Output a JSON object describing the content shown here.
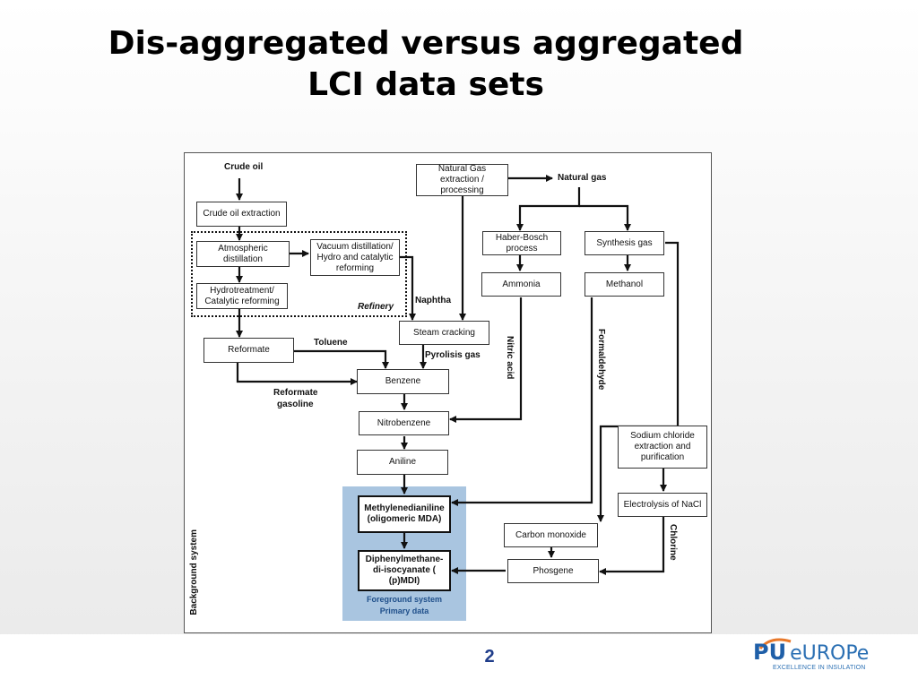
{
  "slide": {
    "title_line1": "Dis-aggregated versus aggregated",
    "title_line2": "LCI data sets",
    "page_number": "2"
  },
  "logo": {
    "main_pu": "PU",
    "main_europe": "eUROPe",
    "tagline": "EXCELLENCE IN INSULATION"
  },
  "diagram": {
    "crude_oil": "Crude oil",
    "boxes": {
      "crude_oil_extraction": "Crude oil extraction",
      "atmospheric_distillation": "Atmospheric distillation",
      "vacuum_distillation": "Vacuum distillation/ Hydro and catalytic reforming",
      "hydrotreatment": "Hydrotreatment/ Catalytic reforming",
      "reformate": "Reformate",
      "natural_gas_extraction": "Natural Gas extraction / processing",
      "haber_bosch": "Haber-Bosch process",
      "synthesis_gas": "Synthesis gas",
      "ammonia": "Ammonia",
      "methanol": "Methanol",
      "steam_cracking": "Steam cracking",
      "benzene": "Benzene",
      "nitrobenzene": "Nitrobenzene",
      "aniline": "Aniline",
      "mda": "Methylenedianiline (oligomeric MDA)",
      "mdi": "Diphenylmethane-di-isocyanate ( (p)MDI)",
      "sodium_chloride": "Sodium chloride extraction and purification",
      "electrolysis": "Electrolysis of NaCl",
      "carbon_monoxide": "Carbon monoxide",
      "phosgene": "Phosgene"
    },
    "labels": {
      "natural_gas": "Natural gas",
      "refinery": "Refinery",
      "naphtha": "Naphtha",
      "toluene": "Toluene",
      "pyrolisis_gas": "Pyrolisis gas",
      "reformate_gasoline_1": "Reformate",
      "reformate_gasoline_2": "gasoline",
      "nitric_acid": "Nitric acid",
      "formaldehyde": "Formaldehyde",
      "chlorine": "Chlorine",
      "background_system": "Background system",
      "foreground_system": "Foreground system",
      "primary_data": "Primary data"
    }
  }
}
